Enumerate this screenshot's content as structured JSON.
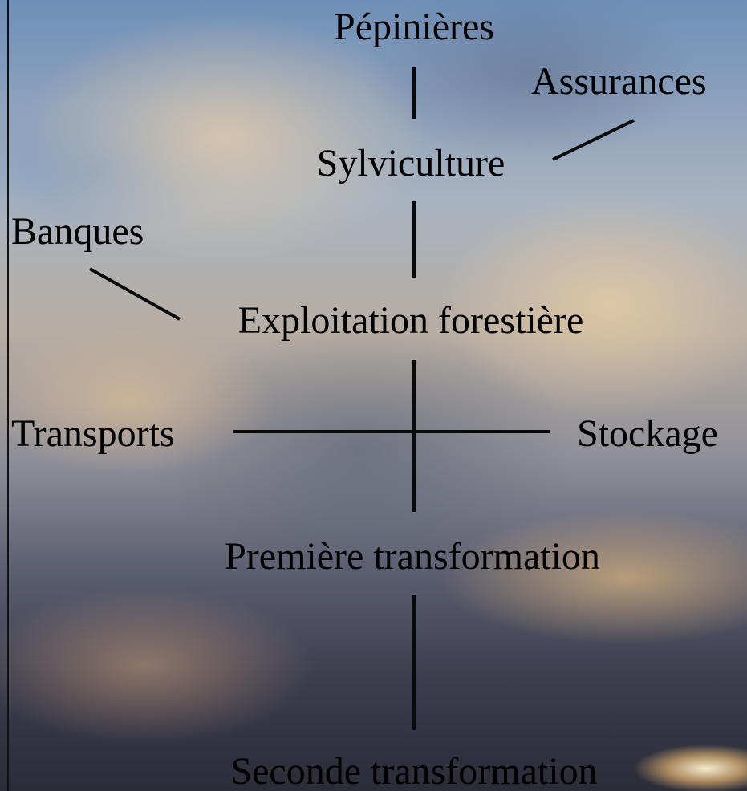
{
  "diagram": {
    "nodes": {
      "pepinieres": "Pépinières",
      "assurances": "Assurances",
      "sylviculture": "Sylviculture",
      "banques": "Banques",
      "exploitation": "Exploitation forestière",
      "transports": "Transports",
      "stockage": "Stockage",
      "premiere": "Première transformation",
      "seconde": "Seconde transformation"
    },
    "line_color": "#0a0a0a"
  }
}
